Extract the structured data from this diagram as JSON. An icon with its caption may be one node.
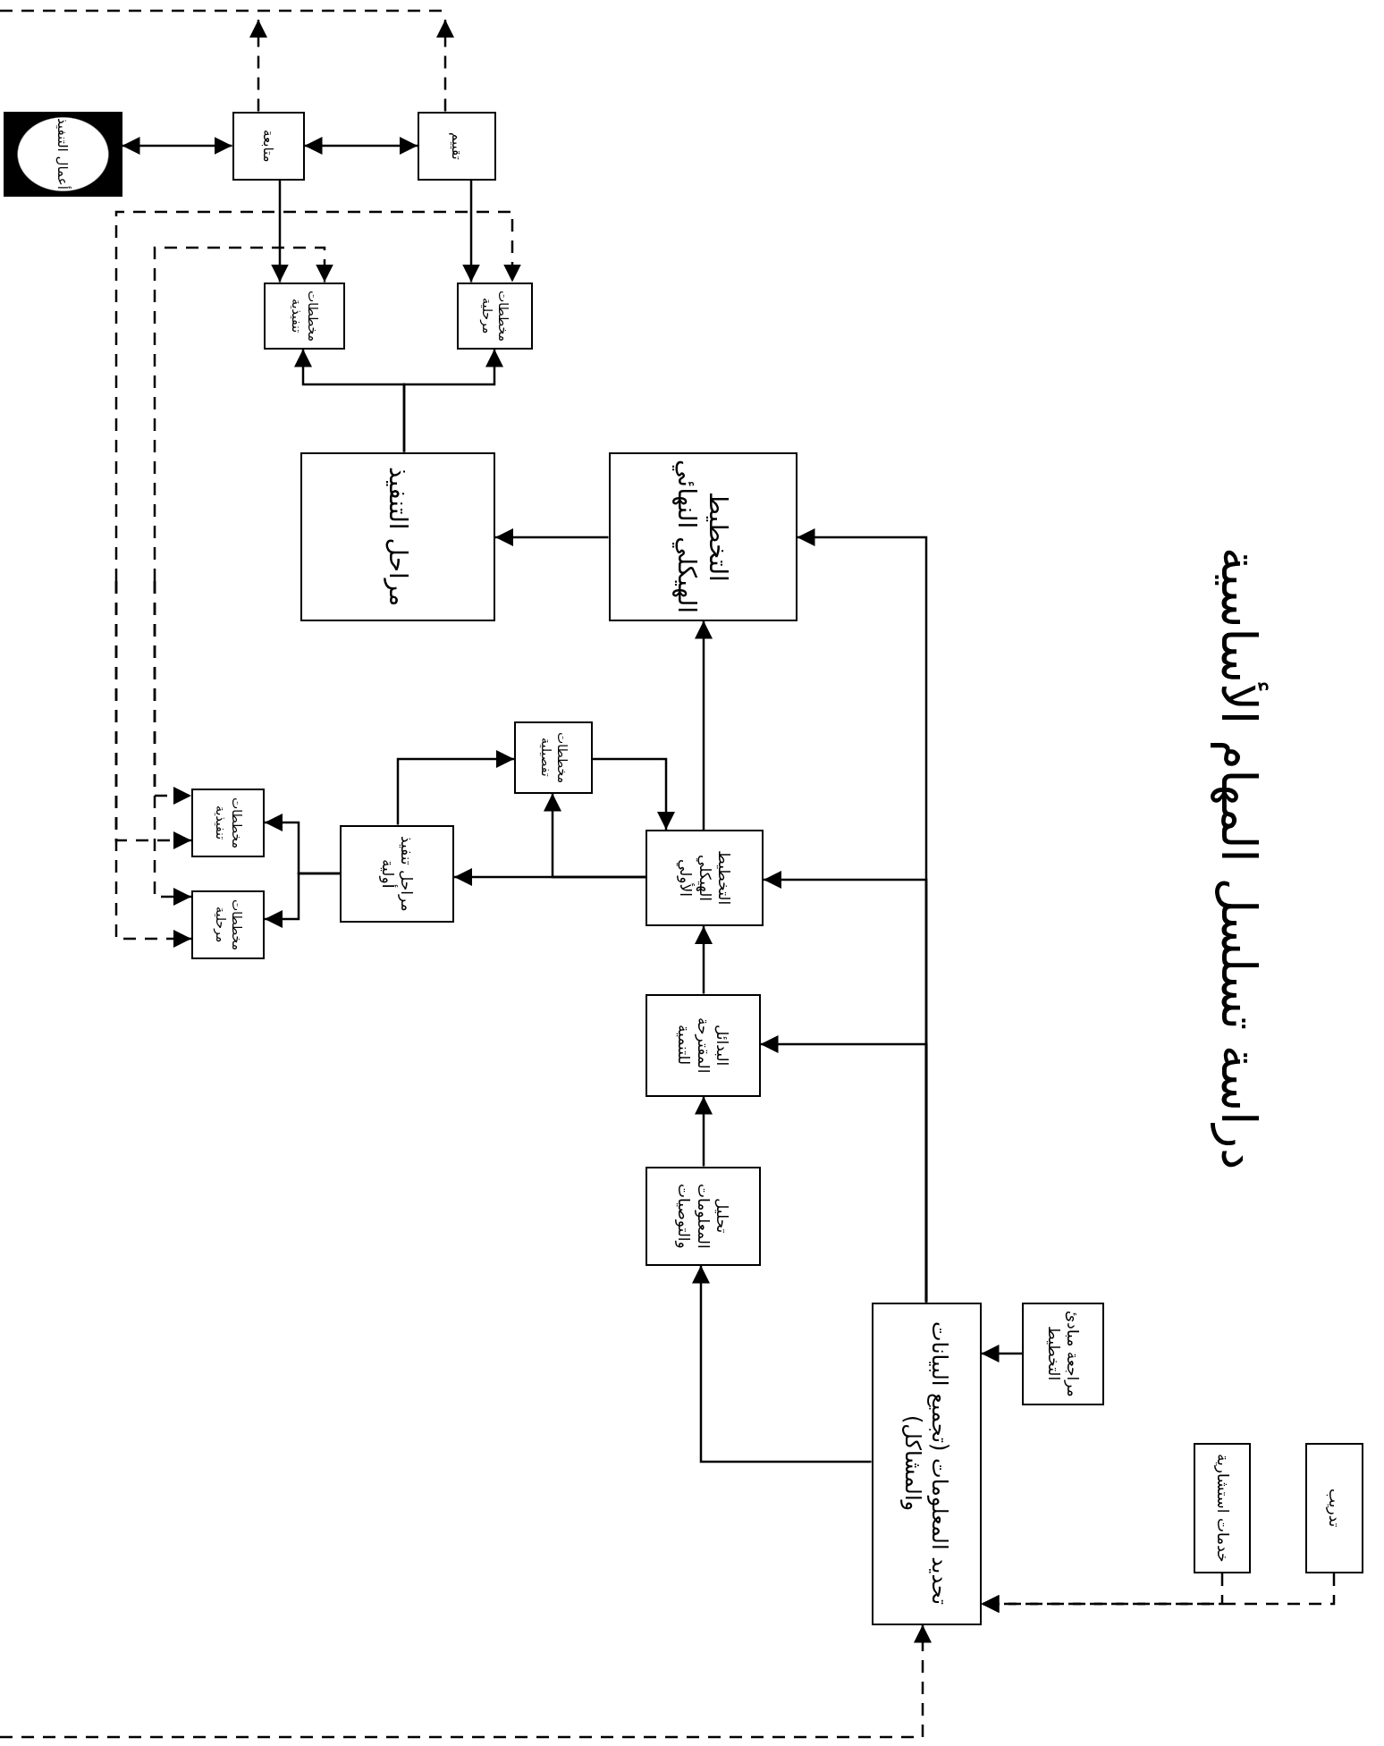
{
  "diagram": {
    "title": "دراسة تسلسل المهام الأساسية",
    "nodes": [
      {
        "text": [
          "تحديد المعلومات (تجميع البيانات والمشاكل)"
        ]
      },
      {
        "text": [
          "مراجعة مبادئ التخطيط"
        ]
      },
      {
        "text": [
          "خدمات استشارية"
        ]
      },
      {
        "text": [
          "تدريب"
        ]
      },
      {
        "text": [
          "تحليل المعلومات والتوصيات"
        ]
      },
      {
        "text": [
          "البدائل المقترحة للتنمية"
        ]
      },
      {
        "text": [
          "التخطيط الهيكلي الأولي"
        ]
      },
      {
        "text": [
          "مخططات تفصيلية"
        ]
      },
      {
        "text": [
          "مراحل تنفيذ أولية"
        ]
      },
      {
        "text": [
          "مخططات تنفيذية"
        ]
      },
      {
        "text": [
          "مخططات مرحلية"
        ]
      },
      {
        "text": [
          "التخطيط الهيكلي النهائي"
        ]
      },
      {
        "text": [
          "مراحل التنفيذ"
        ]
      },
      {
        "text": [
          "مخططات تنفيذية"
        ]
      },
      {
        "text": [
          "مخططات مرحلية"
        ]
      },
      {
        "text": [
          "متابعة"
        ]
      },
      {
        "text": [
          "تقييم"
        ]
      },
      {
        "text": [
          "أعمال التنفيذ"
        ]
      }
    ],
    "edges": [
      {
        "from": 17,
        "to": 15,
        "arrow": "both"
      },
      {
        "from": 15,
        "to": 16,
        "arrow": "both"
      },
      {
        "from": 15,
        "to": 13,
        "arrow": "to"
      },
      {
        "from": 16,
        "to": 14,
        "arrow": "to"
      },
      {
        "from": 12,
        "to": 13,
        "arrow": "to"
      },
      {
        "from": 12,
        "to": 14,
        "arrow": "to"
      },
      {
        "from": 11,
        "to": 12,
        "arrow": "to"
      },
      {
        "from": 6,
        "to": 11,
        "arrow": "to"
      },
      {
        "from": 0,
        "to": 11,
        "arrow": "to"
      },
      {
        "from": 0,
        "to": 6,
        "arrow": "to"
      },
      {
        "from": 0,
        "to": 5,
        "arrow": "to"
      },
      {
        "from": 0,
        "to": 4,
        "arrow": "to"
      },
      {
        "from": 4,
        "to": 5,
        "arrow": "to"
      },
      {
        "from": 5,
        "to": 6,
        "arrow": "to"
      },
      {
        "from": 1,
        "to": 0,
        "arrow": "to"
      },
      {
        "from": 2,
        "to": 0,
        "arrow": "to",
        "style": "dashed"
      },
      {
        "from": 3,
        "to": 0,
        "arrow": "to",
        "style": "dashed"
      },
      {
        "from": null,
        "to": 0,
        "arrow": "to",
        "style": "dashed"
      },
      {
        "from": 15,
        "to": null,
        "arrow": "to",
        "style": "dashed"
      },
      {
        "from": 16,
        "to": null,
        "arrow": "to",
        "style": "dashed"
      },
      {
        "from": 6,
        "to": 8,
        "arrow": "to"
      },
      {
        "from": 6,
        "to": 7,
        "arrow": "to"
      },
      {
        "from": 8,
        "to": 7,
        "arrow": "to"
      },
      {
        "from": 7,
        "to": 6,
        "arrow": "to"
      },
      {
        "from": 8,
        "to": 9,
        "arrow": "to"
      },
      {
        "from": 8,
        "to": 10,
        "arrow": "to"
      },
      {
        "from": null,
        "to": 13,
        "arrow": "to",
        "style": "dashed"
      },
      {
        "from": null,
        "to": 9,
        "arrow": "to",
        "style": "dashed"
      },
      {
        "from": null,
        "to": 10,
        "arrow": "to",
        "style": "dashed"
      },
      {
        "from": null,
        "to": 14,
        "arrow": "to",
        "style": "dashed"
      },
      {
        "from": null,
        "to": 9,
        "arrow": "to",
        "style": "dashed"
      },
      {
        "from": null,
        "to": 10,
        "arrow": "to",
        "style": "dashed"
      }
    ]
  }
}
